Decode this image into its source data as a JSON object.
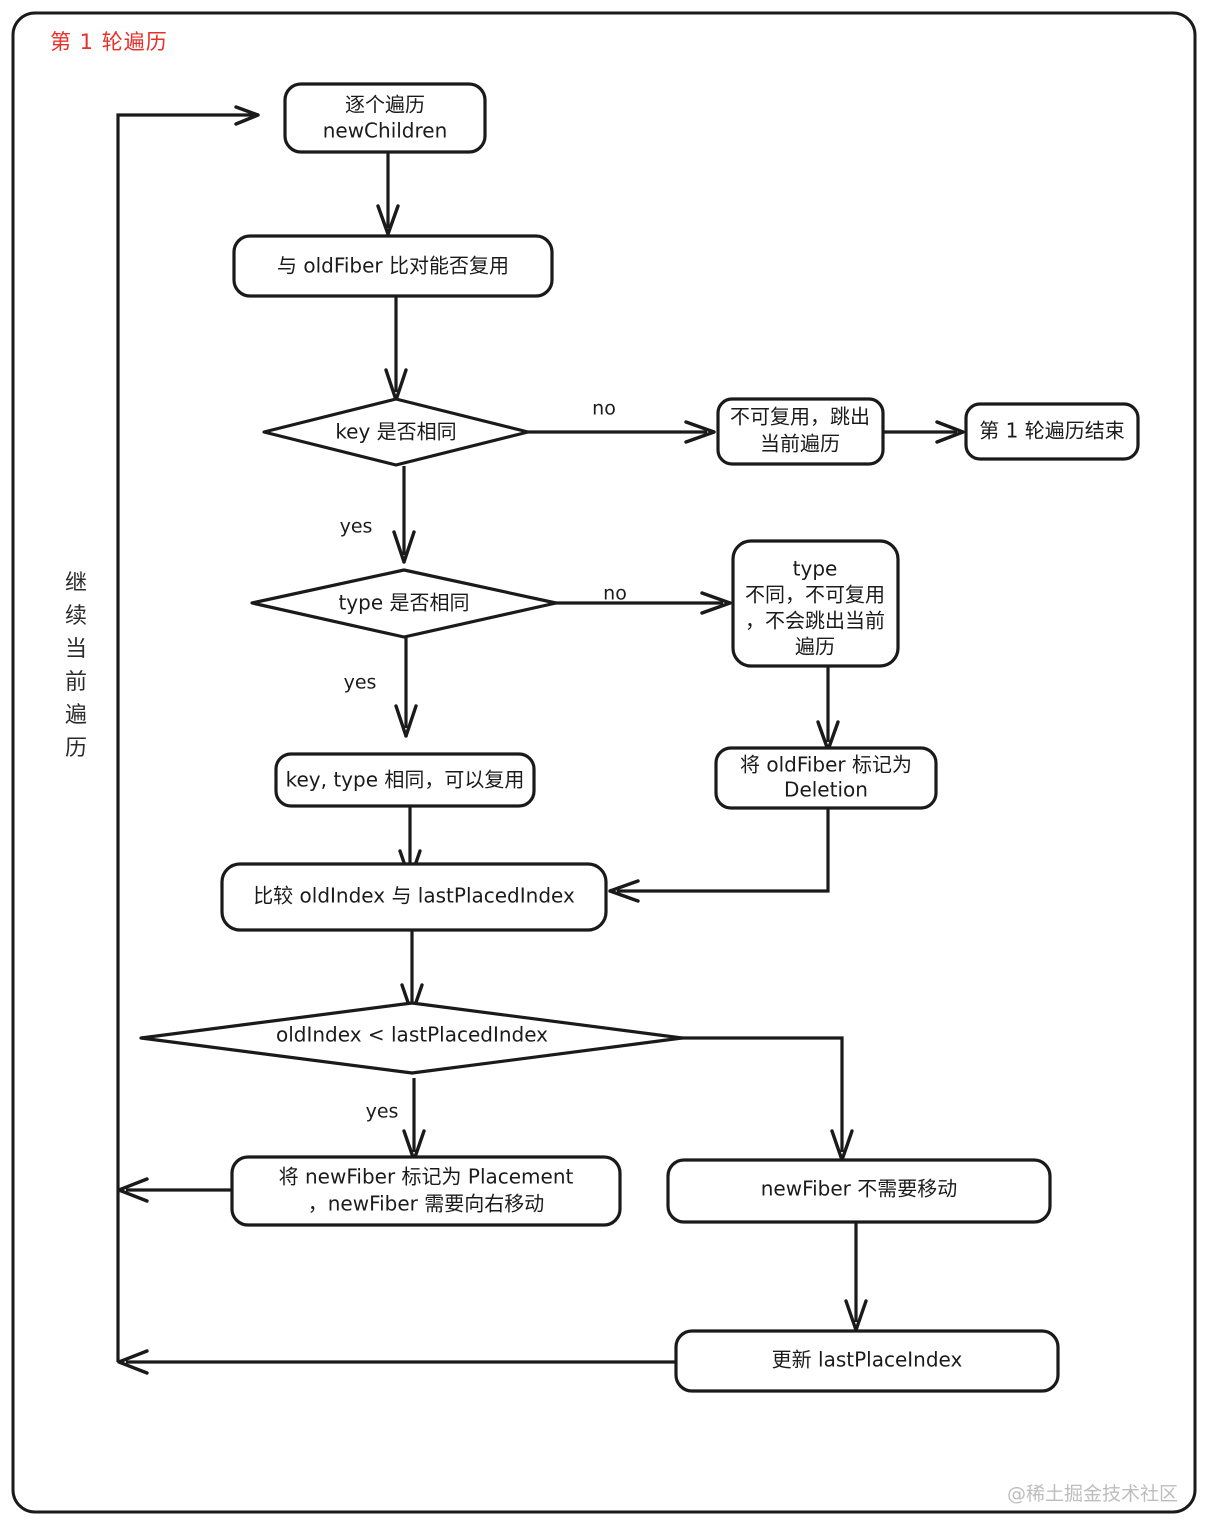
{
  "diagram": {
    "title": "第 1 轮遍历",
    "title_color": "#e8302a",
    "loop_label": "继续当前遍历",
    "watermark": "@稀土掘金技术社区",
    "nodes": {
      "traverse": "逐个遍历\nnewChildren",
      "traverse_line1": "逐个遍历",
      "traverse_line2": "newChildren",
      "compare_oldfiber": "与 oldFiber 比对能否复用",
      "key_same": "key 是否相同",
      "cannot_reuse_line1": "不可复用，跳出",
      "cannot_reuse_line2": "当前遍历",
      "round_end": "第 1 轮遍历结束",
      "type_same": "type 是否相同",
      "type_diff_line1": "type",
      "type_diff_line2": "不同，不可复用",
      "type_diff_line3": "，不会跳出当前",
      "type_diff_line4": "遍历",
      "can_reuse": "key, type 相同，可以复用",
      "mark_deletion_line1": "将 oldFiber 标记为",
      "mark_deletion_line2": "Deletion",
      "compare_index": "比较 oldIndex 与 lastPlacedIndex",
      "old_lt_last": "oldIndex < lastPlacedIndex",
      "mark_placement_line1": "将 newFiber 标记为 Placement",
      "mark_placement_line2": "，newFiber 需要向右移动",
      "no_move": "newFiber 不需要移动",
      "update_last": "更新 lastPlaceIndex"
    },
    "edge_labels": {
      "key_no": "no",
      "key_yes": "yes",
      "type_no": "no",
      "type_yes": "yes",
      "index_yes": "yes"
    }
  }
}
